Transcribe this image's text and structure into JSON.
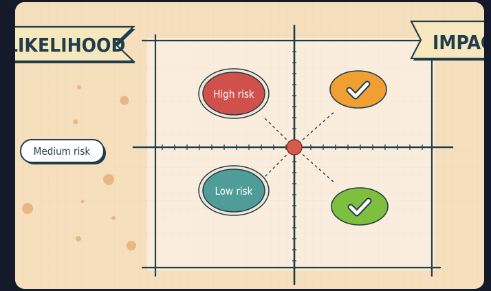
{
  "banners": {
    "left": "LIKELIHOOD",
    "right": "IMPACT"
  },
  "side_label": "Medium risk",
  "nodes": {
    "high": "High risk",
    "low": "Low risk"
  },
  "icons": {
    "top_right": "check-icon",
    "bottom_right": "check-icon"
  },
  "colors": {
    "background": "#f6dfbd",
    "grid_panel": "#fbeee0",
    "axis": "#1f3d4a",
    "high_risk": "#d0504c",
    "low_risk": "#4f9c98",
    "top_right_badge": "#f0a033",
    "bottom_right_badge": "#7fbf40",
    "center_dot": "#d65b4a",
    "banner": "#f7e7bf"
  }
}
